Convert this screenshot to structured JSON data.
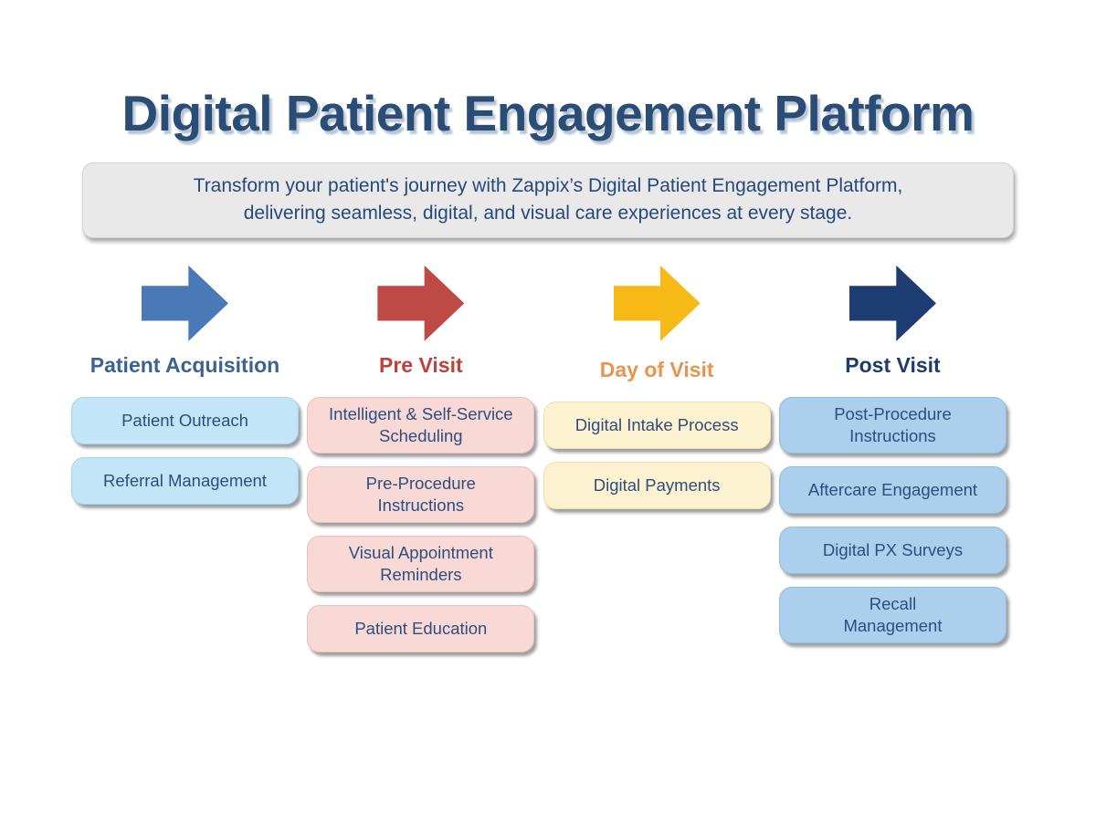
{
  "title": "Digital Patient Engagement Platform",
  "subtitle": {
    "line1": "Transform your patient's journey with Zappix’s Digital Patient Engagement Platform,",
    "line2": "delivering seamless, digital, and visual care experiences at every stage."
  },
  "colors": {
    "title_text": "#2b4c74",
    "subtitle_text": "#27487b",
    "subtitle_bg": "#e9e9ea",
    "box_text": "#2d4e7e"
  },
  "columns": [
    {
      "id": "patient-acquisition",
      "label": "Patient Acquisition",
      "arrow_icon": "right-arrow-icon",
      "arrow_color": "#497ab7",
      "label_color": "#3a6292",
      "box_bg": "#c3e5f8",
      "box_border": "#a4d2ec",
      "items": [
        "Patient Outreach",
        "Referral Management"
      ]
    },
    {
      "id": "pre-visit",
      "label": "Pre Visit",
      "arrow_icon": "right-arrow-icon",
      "arrow_color": "#bf4a45",
      "label_color": "#bf403c",
      "box_bg": "#f9d9d5",
      "box_border": "#edbfb8",
      "items": [
        "Intelligent & Self-Service\nScheduling",
        "Pre-Procedure\nInstructions",
        "Visual Appointment\nReminders",
        "Patient Education"
      ]
    },
    {
      "id": "day-of-visit",
      "label": "Day of Visit",
      "arrow_icon": "right-arrow-icon",
      "arrow_color": "#f7b916",
      "label_color": "#e8944e",
      "box_bg": "#fdf2cf",
      "box_border": "#efe0ad",
      "items": [
        "Digital Intake Process",
        "Digital Payments"
      ]
    },
    {
      "id": "post-visit",
      "label": "Post Visit",
      "arrow_icon": "right-arrow-icon",
      "arrow_color": "#1e3d72",
      "label_color": "#1d3b6f",
      "box_bg": "#abcfec",
      "box_border": "#91bddd",
      "items": [
        "Post-Procedure\nInstructions",
        "Aftercare Engagement",
        "Digital PX Surveys",
        "Recall\nManagement"
      ]
    }
  ]
}
